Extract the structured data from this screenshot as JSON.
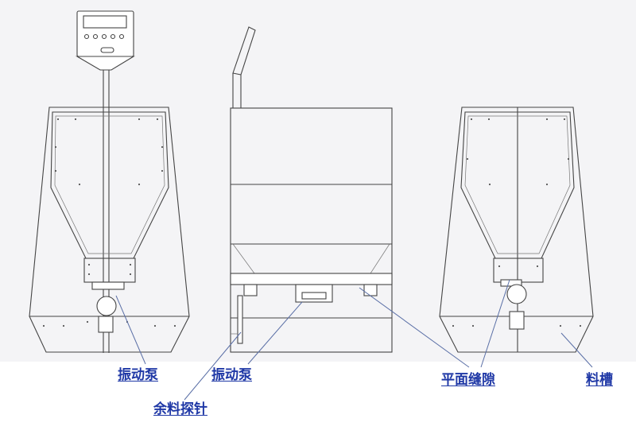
{
  "labels": {
    "vibration_pump_left": "振动泵",
    "residual_probe": "余料探针",
    "vibration_pump_middle": "振动泵",
    "plane_gap": "平面缝隙",
    "trough": "料槽"
  },
  "colors": {
    "label": "#1f38a6",
    "leader": "#5a6fa6",
    "line": "#444444",
    "panel": "#f4f4f6"
  }
}
